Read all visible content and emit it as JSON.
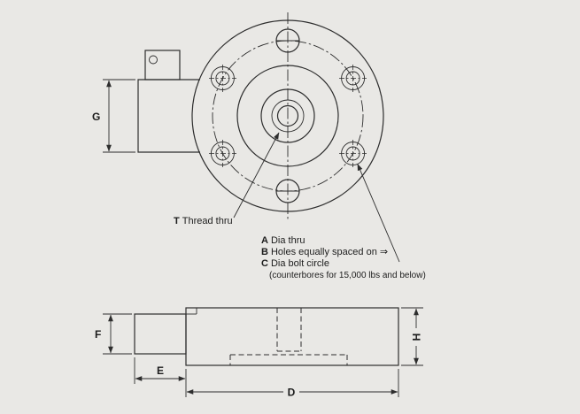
{
  "drawing": {
    "dimensions": {
      "g": "G",
      "f": "F",
      "e": "E",
      "d": "D",
      "h": "H"
    },
    "callouts": {
      "t": {
        "key": "T",
        "text": "Thread thru"
      },
      "a": {
        "key": "A",
        "text": "Dia thru"
      },
      "b": {
        "key": "B",
        "text": "Holes equally spaced on ⇒"
      },
      "c": {
        "key": "C",
        "text": "Dia bolt circle"
      },
      "note": "(counterbores for 15,000 lbs and below)"
    }
  },
  "colors": {
    "background": "#e9e8e5",
    "line": "#2d2d2d",
    "text": "#1c1c1c"
  }
}
